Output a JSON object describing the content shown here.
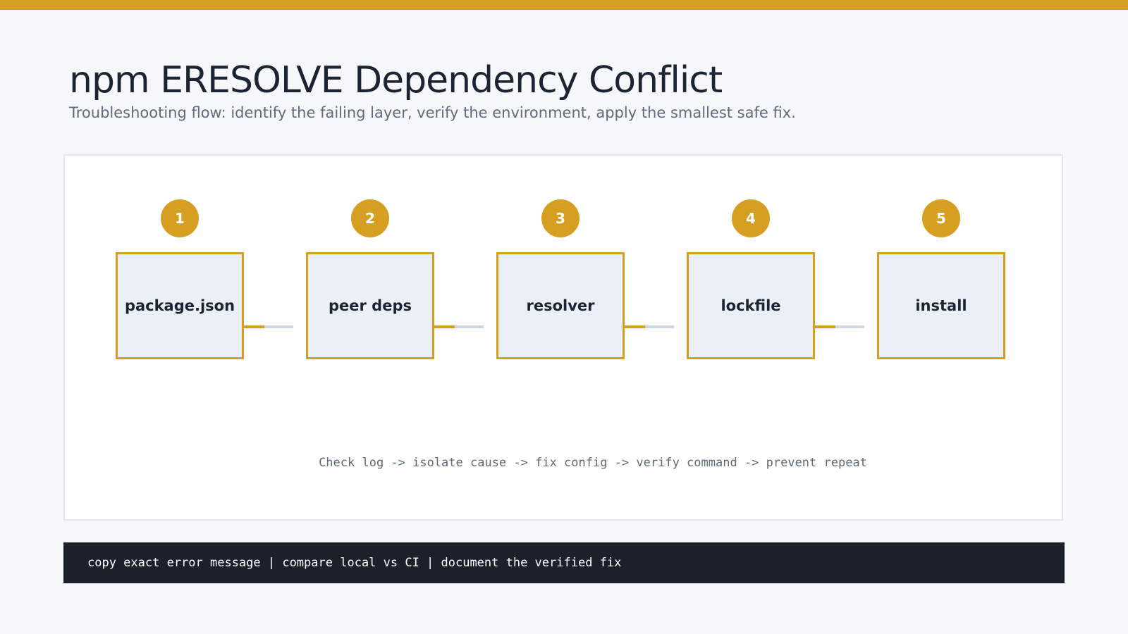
{
  "title": "npm ERESOLVE Dependency Conflict",
  "subtitle": "Troubleshooting flow: identify the failing layer, verify the environment, apply the smallest safe fix.",
  "steps": [
    {
      "number": "1",
      "label": "package.json"
    },
    {
      "number": "2",
      "label": "peer deps"
    },
    {
      "number": "3",
      "label": "resolver"
    },
    {
      "number": "4",
      "label": "lockfile"
    },
    {
      "number": "5",
      "label": "install"
    }
  ],
  "flow_text": "Check log -> isolate cause -> fix config -> verify command -> prevent repeat",
  "footer_text": "copy exact error message | compare local vs CI | document the verified fix",
  "colors": {
    "accent": "#d79f22",
    "box_fill": "#ebeff6",
    "dark": "#1b202b",
    "connector_track": "#cfd6e2"
  }
}
